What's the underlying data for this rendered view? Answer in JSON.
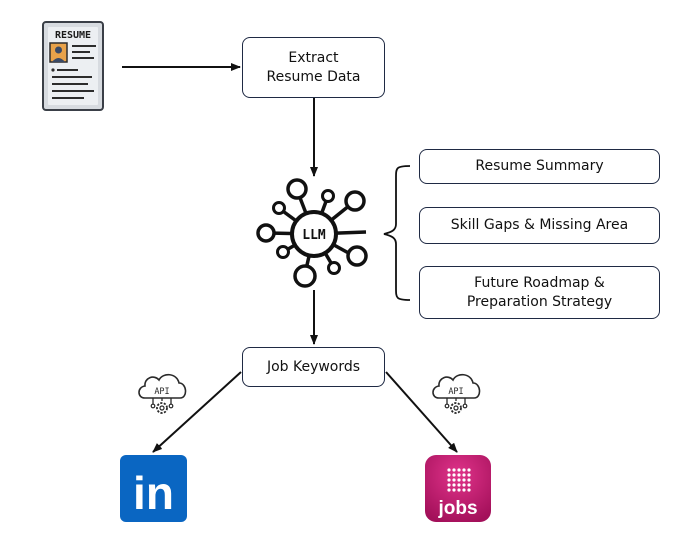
{
  "nodes": {
    "extract": {
      "line1": "Extract",
      "line2": "Resume Data"
    },
    "llm": {
      "label": "LLM"
    },
    "resume_summary": {
      "label": "Resume Summary"
    },
    "skill_gaps": {
      "label": "Skill Gaps & Missing Area"
    },
    "roadmap": {
      "line1": "Future Roadmap &",
      "line2": "Preparation Strategy"
    },
    "job_keywords": {
      "label": "Job Keywords"
    }
  },
  "icons": {
    "resume": {
      "name": "resume-document-icon",
      "label": "RESUME"
    },
    "api_left": {
      "name": "api-cloud-icon",
      "label": "API"
    },
    "api_right": {
      "name": "api-cloud-icon",
      "label": "API"
    },
    "linkedin": {
      "name": "linkedin-logo-icon",
      "label": "in",
      "color": "#0a66c2"
    },
    "naukri": {
      "name": "naukri-jobs-logo-icon",
      "label": "jobs",
      "color": "#c4176c"
    }
  },
  "colors": {
    "stroke": "#111111",
    "box_border": "#1f2a44"
  }
}
